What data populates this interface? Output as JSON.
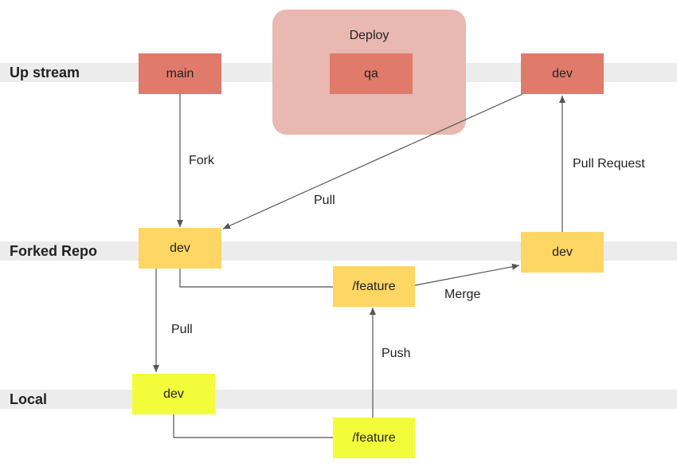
{
  "lanes": {
    "upstream": "Up stream",
    "forked": "Forked Repo",
    "local": "Local"
  },
  "deploy": {
    "label": "Deploy"
  },
  "nodes": {
    "upstream_main": "main",
    "upstream_qa": "qa",
    "upstream_dev": "dev",
    "forked_dev": "dev",
    "forked_feature": "/feature",
    "forked_dev_right": "dev",
    "local_dev": "dev",
    "local_feature": "/feature"
  },
  "edges": {
    "fork": "Fork",
    "pull_upstream": "Pull",
    "pull_request": "Pull Request",
    "merge": "Merge",
    "pull_local": "Pull",
    "push": "Push"
  },
  "colors": {
    "upstream_node": "#e07a6b",
    "deploy_group": "#e8b8b1",
    "forked_node": "#fdd664",
    "local_node": "#f3fc3a",
    "lane_band": "#ececec",
    "arrow": "#555555"
  }
}
